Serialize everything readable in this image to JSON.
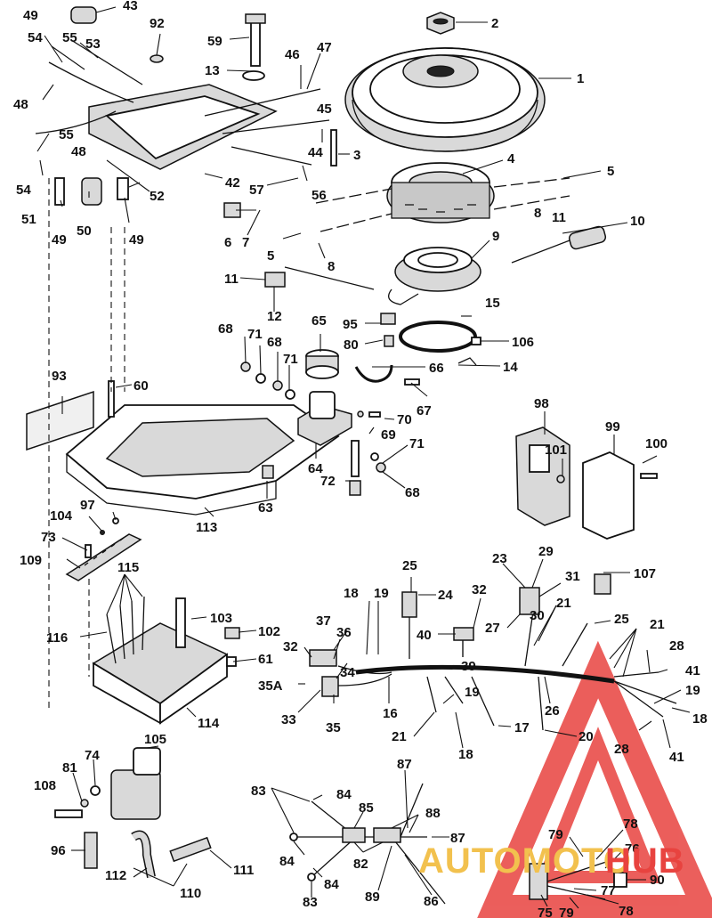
{
  "diagram": {
    "callouts": {
      "c1": "1",
      "c2": "2",
      "c3": "3",
      "c4": "4",
      "c5a": "5",
      "c5b": "5",
      "c6": "6",
      "c7": "7",
      "c8a": "8",
      "c8b": "8",
      "c9": "9",
      "c10": "10",
      "c11a": "11",
      "c11b": "11",
      "c12": "12",
      "c13": "13",
      "c14": "14",
      "c15": "15",
      "c16": "16",
      "c17": "17",
      "c18a": "18",
      "c18b": "18",
      "c18c": "18",
      "c19a": "19",
      "c19b": "19",
      "c19c": "19",
      "c20": "20",
      "c21a": "21",
      "c21b": "21",
      "c21c": "21",
      "c23": "23",
      "c24": "24",
      "c25a": "25",
      "c25b": "25",
      "c26": "26",
      "c27": "27",
      "c28a": "28",
      "c28b": "28",
      "c29": "29",
      "c30": "30",
      "c31": "31",
      "c32a": "32",
      "c32b": "32",
      "c33": "33",
      "c34": "34",
      "c35": "35",
      "c35A": "35A",
      "c36": "36",
      "c37": "37",
      "c39": "39",
      "c40": "40",
      "c41a": "41",
      "c41b": "41",
      "c42": "42",
      "c43": "43",
      "c44": "44",
      "c45": "45",
      "c46": "46",
      "c47": "47",
      "c48a": "48",
      "c48b": "48",
      "c49a": "49",
      "c49b": "49",
      "c49c": "49",
      "c50": "50",
      "c51": "51",
      "c52": "52",
      "c53": "53",
      "c54a": "54",
      "c54b": "54",
      "c55a": "55",
      "c55b": "55",
      "c56": "56",
      "c57": "57",
      "c59": "59",
      "c60": "60",
      "c61": "61",
      "c63": "63",
      "c64": "64",
      "c65": "65",
      "c66": "66",
      "c67": "67",
      "c68a": "68",
      "c68b": "68",
      "c68c": "68",
      "c69": "69",
      "c70": "70",
      "c71a": "71",
      "c71b": "71",
      "c71c": "71",
      "c72": "72",
      "c73": "73",
      "c74": "74",
      "c75": "75",
      "c76": "76",
      "c77": "77",
      "c78a": "78",
      "c78b": "78",
      "c79a": "79",
      "c79b": "79",
      "c80": "80",
      "c81": "81",
      "c82": "82",
      "c83a": "83",
      "c83b": "83",
      "c84a": "84",
      "c84b": "84",
      "c84c": "84",
      "c85": "85",
      "c86": "86",
      "c87a": "87",
      "c87b": "87",
      "c88": "88",
      "c89": "89",
      "c90": "90",
      "c92": "92",
      "c93": "93",
      "c95": "95",
      "c96": "96",
      "c97": "97",
      "c98": "98",
      "c99": "99",
      "c100": "100",
      "c101": "101",
      "c102": "102",
      "c103": "103",
      "c104": "104",
      "c105": "105",
      "c106": "106",
      "c107": "107",
      "c108": "108",
      "c109": "109",
      "c110": "110",
      "c111": "111",
      "c112": "112",
      "c113": "113",
      "c114": "114",
      "c115": "115",
      "c116": "116"
    }
  },
  "watermark": {
    "text_a": "AUTOMOTO",
    "text_b": "HUB",
    "color_red": "#e8433f",
    "color_gold": "#f2c14e"
  }
}
